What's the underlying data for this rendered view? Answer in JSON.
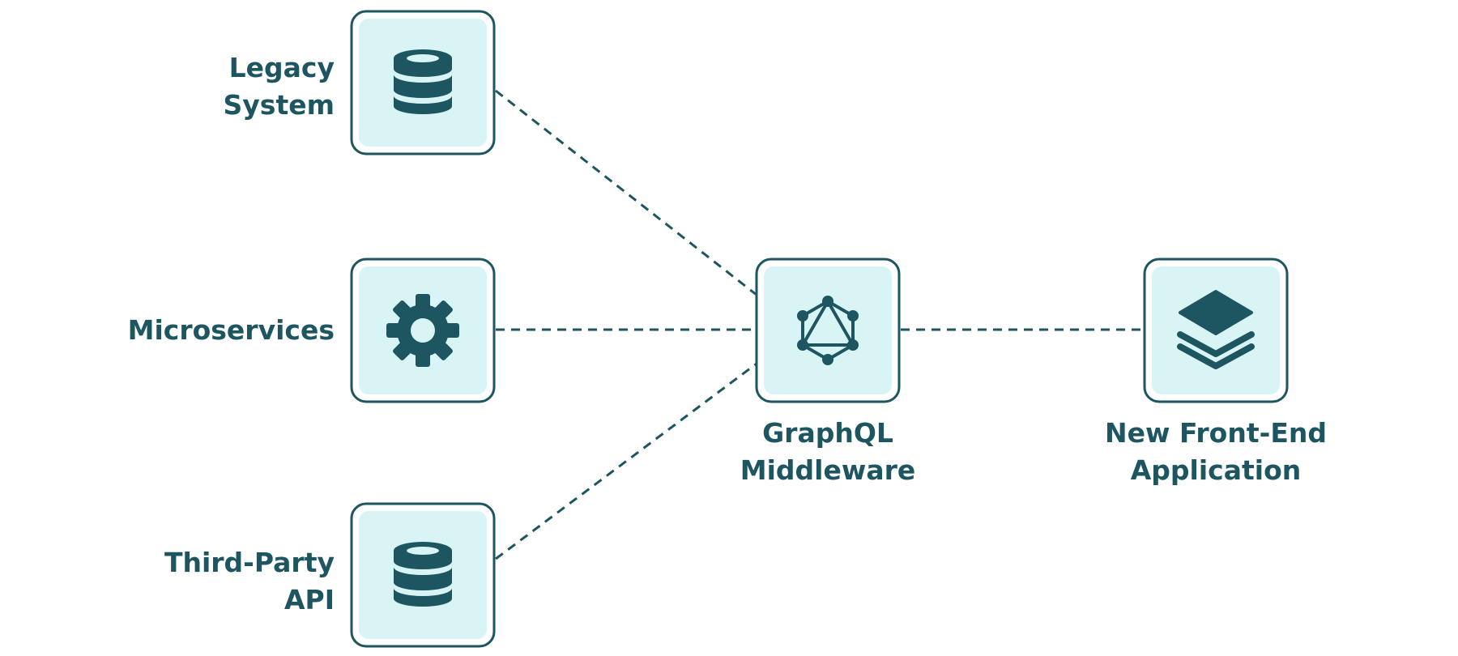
{
  "colors": {
    "box_fill": "#d9f4f4",
    "box_border": "#1d5560",
    "icon": "#1d5560",
    "connector": "#1d5560",
    "text": "#1d5560",
    "background": "#ffffff"
  },
  "nodes": {
    "legacy_system": {
      "label_lines": [
        "Legacy",
        "System"
      ],
      "icon": "database-icon"
    },
    "microservices": {
      "label_lines": [
        "Microservices"
      ],
      "icon": "gear-icon"
    },
    "third_party_api": {
      "label_lines": [
        "Third-Party",
        "API"
      ],
      "icon": "database-icon"
    },
    "graphql_middleware": {
      "label_lines": [
        "GraphQL",
        "Middleware"
      ],
      "icon": "graphql-icon"
    },
    "new_front_end": {
      "label_lines": [
        "New Front-End",
        "Application"
      ],
      "icon": "layers-icon"
    }
  },
  "connections": [
    {
      "from": "legacy_system",
      "to": "graphql_middleware",
      "style": "dashed"
    },
    {
      "from": "microservices",
      "to": "graphql_middleware",
      "style": "dashed"
    },
    {
      "from": "third_party_api",
      "to": "graphql_middleware",
      "style": "dashed"
    },
    {
      "from": "graphql_middleware",
      "to": "new_front_end",
      "style": "dashed"
    }
  ]
}
